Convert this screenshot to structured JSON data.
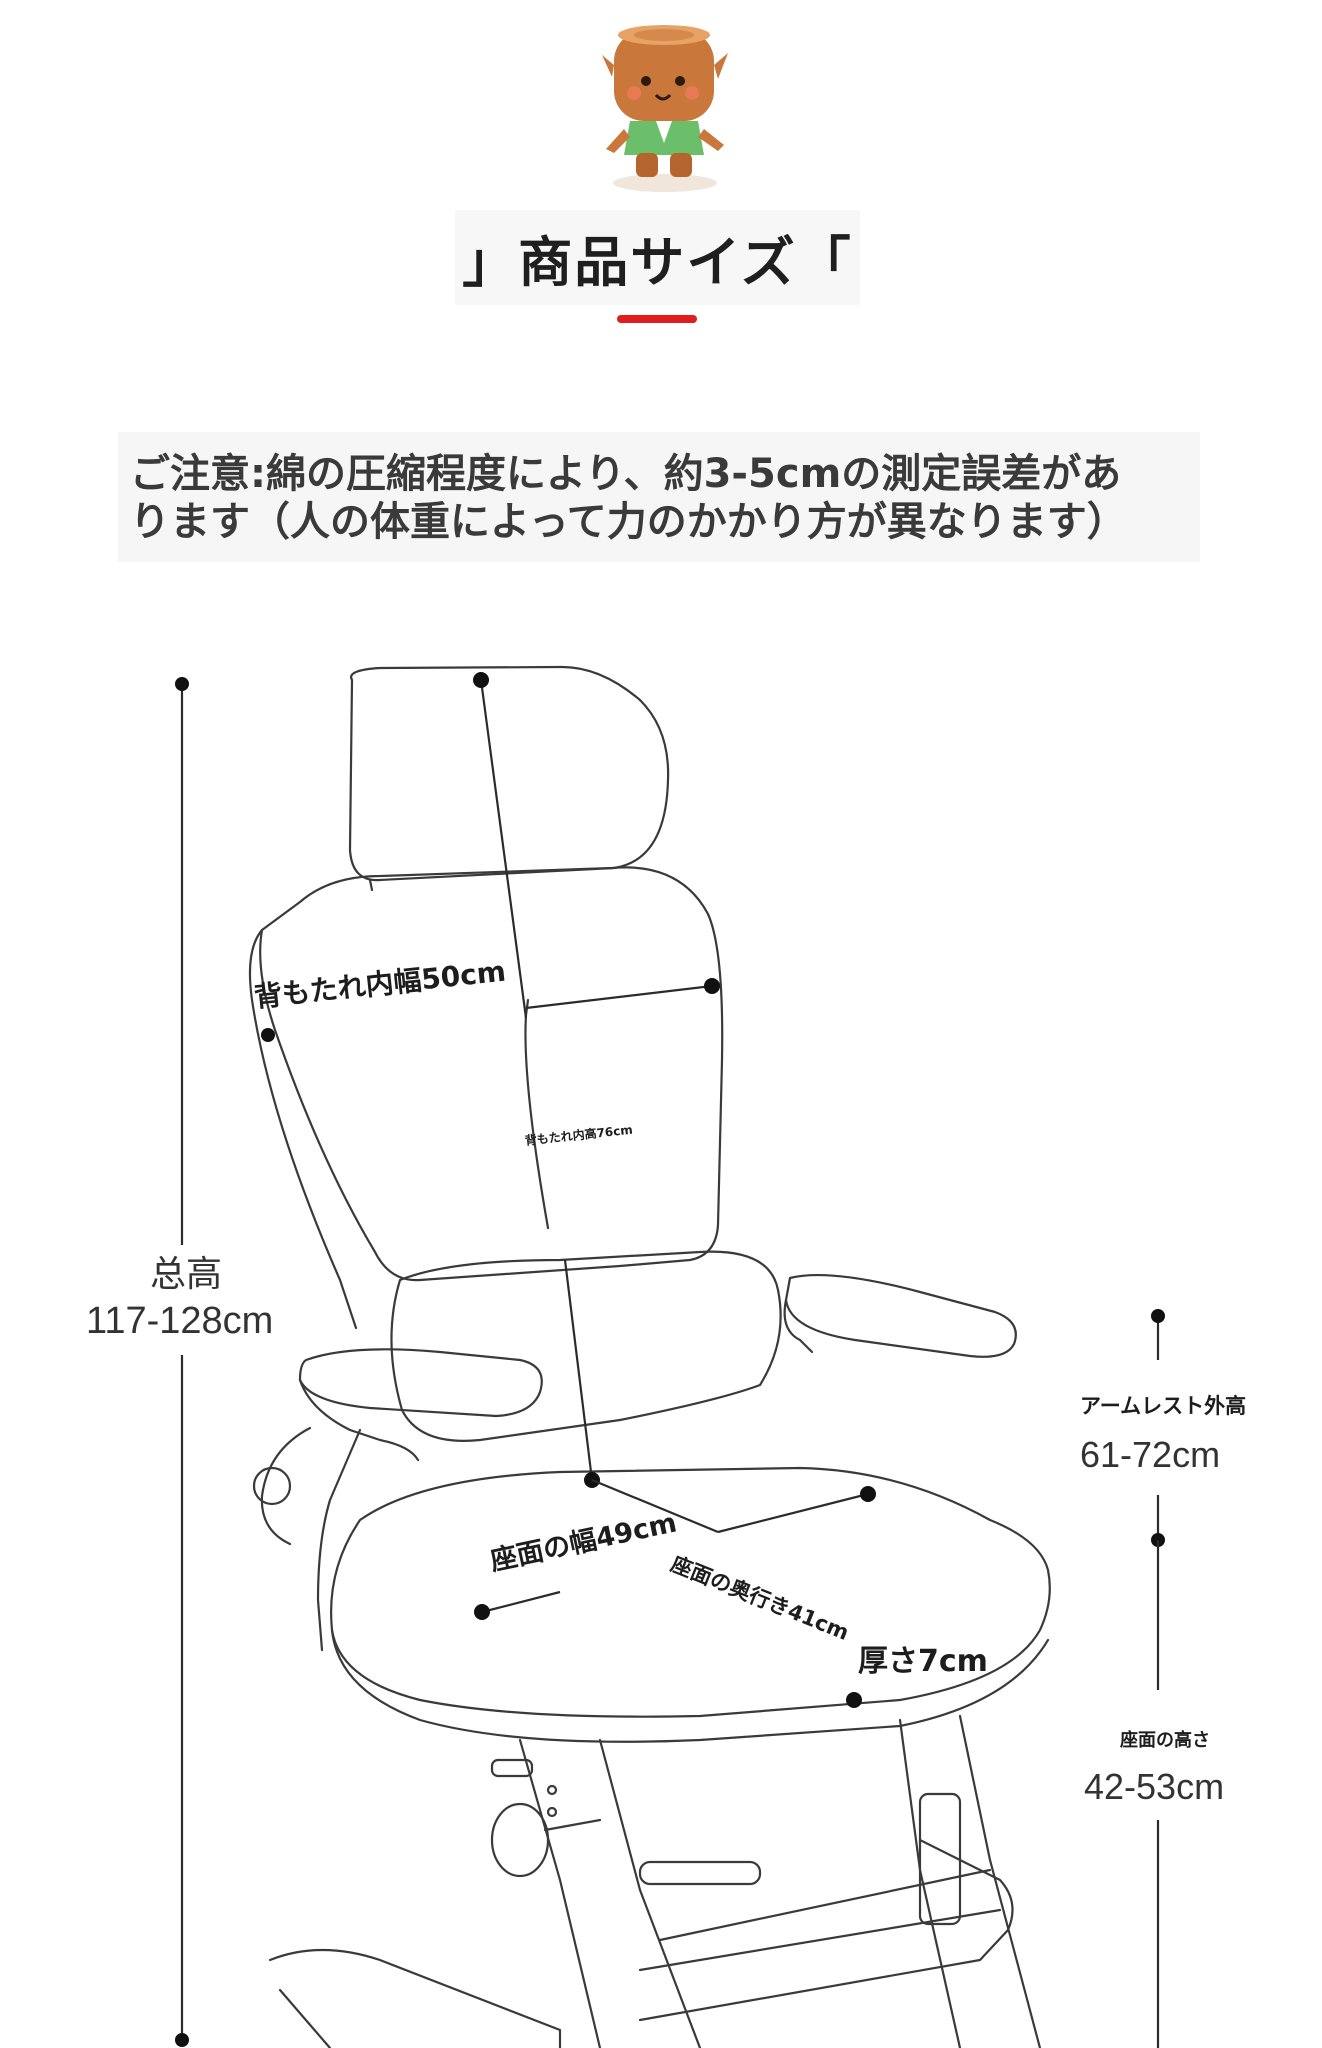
{
  "header": {
    "title": "」商品サイズ「",
    "accent_color": "#e21d1d"
  },
  "notice": {
    "line1": "ご注意:綿の圧縮程度により、約3-5cmの測定誤差があ",
    "line2": "ります（人の体重によって力のかかり方が異なります）"
  },
  "dimensions": {
    "total_height": {
      "label": "总高",
      "value": "117-128cm"
    },
    "backrest_inner_width": {
      "label": "背もたれ内幅50cm"
    },
    "backrest_inner_height": {
      "label": "背もたれ内高76cm"
    },
    "seat_width": {
      "label": "座面の幅49cm"
    },
    "seat_depth": {
      "label": "座面の奥行き41cm"
    },
    "thickness": {
      "label": "厚さ7cm"
    },
    "armrest_height": {
      "label": "アームレスト外高",
      "value": "61-72cm"
    },
    "seat_height": {
      "label": "座面の高さ",
      "value": "42-53cm"
    }
  },
  "icons": [
    "mascot-icon",
    "chair-illustration"
  ]
}
